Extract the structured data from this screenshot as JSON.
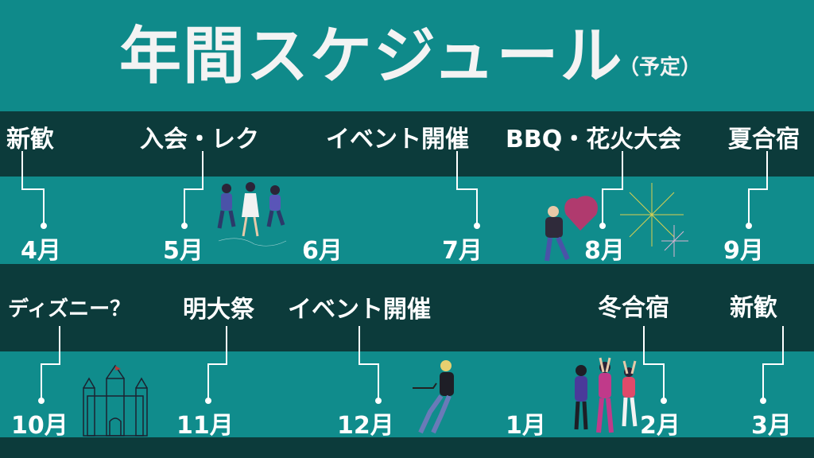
{
  "header": {
    "title": "年間スケジュール",
    "subtitle": "（予定）"
  },
  "row1": {
    "events": [
      "新歓",
      "入会・レク",
      "イベント開催",
      "BBQ・花火大会",
      "夏合宿"
    ],
    "months": [
      "4月",
      "5月",
      "6月",
      "7月",
      "8月",
      "9月"
    ]
  },
  "row2": {
    "events": [
      "ディズニー？",
      "明大祭",
      "イベント開催",
      "冬合宿",
      "新歓"
    ],
    "months": [
      "10月",
      "11月",
      "12月",
      "1月",
      "2月",
      "3月"
    ]
  },
  "colors": {
    "background": "#0f8a8a",
    "band_dark": "#0c3b3b",
    "text": "#ffffff"
  },
  "icons": [
    "running-people-icon",
    "person-with-heart-icon",
    "fireworks-icon",
    "castle-icon",
    "person-with-laptop-icon",
    "dancing-people-icon"
  ]
}
